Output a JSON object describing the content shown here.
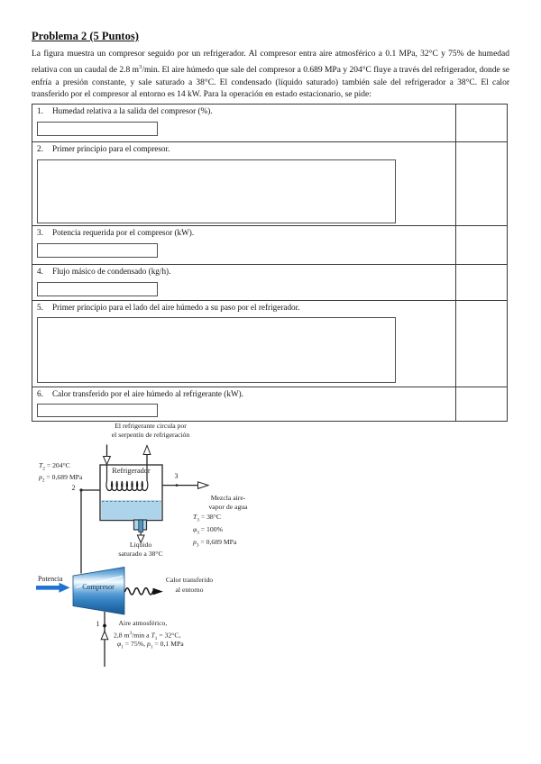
{
  "page": {
    "title": "Problema 2 (5 Puntos)",
    "paragraph": "La figura muestra un compresor seguido por un refrigerador. Al compresor entra aire atmosférico a 0.1 MPa, 32°C y 75% de humedad relativa con un caudal de 2.8 m^3^/min. El aire húmedo que sale del compresor a 0.689 MPa y 204°C fluye a través del refrigerador, donde se enfría a presión constante, y sale saturado a 38°C. El condensado (líquido saturado) también sale del refrigerador a 38°C. El calor transferido por el compresor al entorno es 14 kW. Para la operación en estado estacionario, se pide:"
  },
  "questions": [
    {
      "num": "1.",
      "label": "Humedad relativa a la salida del compresor (%)."
    },
    {
      "num": "2.",
      "label": "Primer principio para el compresor."
    },
    {
      "num": "3.",
      "label": "Potencia requerida por el compresor (kW)."
    },
    {
      "num": "4.",
      "label": "Flujo másico de condensado (kg/h)."
    },
    {
      "num": "5.",
      "label": "Primer principio para el lado del aire húmedo a su paso por el refrigerador."
    },
    {
      "num": "6.",
      "label": "Calor transferido por el aire húmedo al refrigerante (kW)."
    }
  ],
  "diagram": {
    "coil_caption_1": "El refrigerante circula por",
    "coil_caption_2": "el serpentín de refrigeración",
    "refrigerator_label": "Refrigerador",
    "compressor_label": "Compresor",
    "state2_t": "*T*_2_ = 204°C",
    "state2_p": "*p*_2_ = 0,689 MPa",
    "state1_num": "1",
    "state2_num": "2",
    "state3_num": "3",
    "mix_line1": "Mezcla aire-",
    "mix_line2": "vapor de agua",
    "state3_t": "*T*_3_ = 38°C",
    "state3_phi": "*φ*_3_ = 100%",
    "state3_p": "*p*_3_ = 0,689 MPa",
    "liquid_line1": "Líquido",
    "liquid_line2": "saturado a 38°C",
    "power_label": "Potencia",
    "heat_line1": "Calor transferido",
    "heat_line2": "al entorno",
    "inlet_line1": "Aire atmosférico,",
    "inlet_line2": "2,8 m^3^/min a *T*_1_ = 32°C,",
    "inlet_line3": "*φ*_1_ = 75%, *p*_1_ = 0,1 MPa",
    "colors": {
      "power_arrow_blue": "#1d72d2",
      "liquid_blue": "#aed4ec",
      "compressor_blue": "#3180bf"
    }
  }
}
